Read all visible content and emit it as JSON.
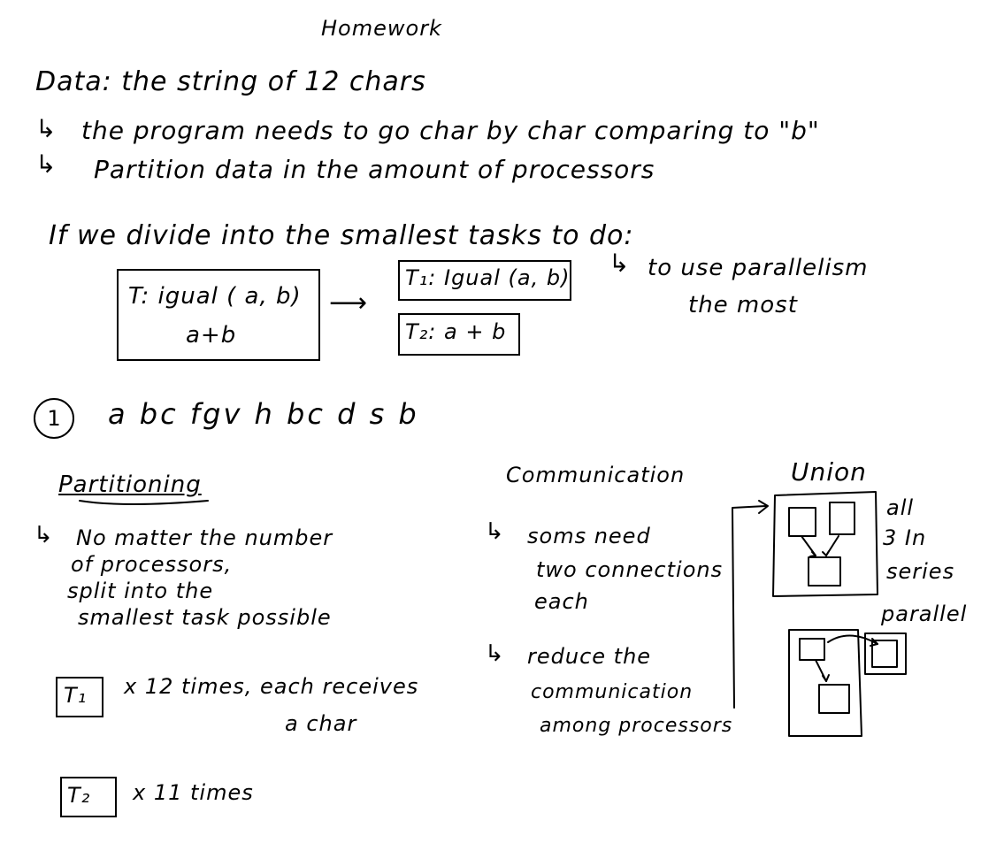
{
  "title": "Homework",
  "data_line": "Data: the string of 12 chars",
  "bullets_top": [
    "the program needs to go char by char comparing to \"b\"",
    "Partition data in the amount of processors"
  ],
  "divide_line": "If we divide into the smallest tasks to do:",
  "task_box": {
    "line1": "T: igual ( a, b)",
    "line2": "a+b"
  },
  "split_tasks": {
    "t1": "T₁: Igual (a, b)",
    "t2": "T₂: a + b"
  },
  "parallel_note": {
    "line1": "to use parallelism",
    "line2": "the most"
  },
  "example": {
    "number": "1",
    "string": "a bc fgv h bc d s b"
  },
  "partitioning": {
    "heading": "Partitioning",
    "lines": [
      "No matter the number",
      "of processors,",
      "split into the",
      "smallest task possible"
    ],
    "t1_label": "T₁",
    "t1_text": "x 12 times, each receives",
    "t1_text2": "a char",
    "t2_label": "T₂",
    "t2_text": "x 11 times"
  },
  "communication": {
    "heading": "Communication",
    "note1": [
      "soms need",
      "two connections",
      "each"
    ],
    "note2": [
      "reduce the",
      "communication",
      "among processors"
    ]
  },
  "union": {
    "heading": "Union",
    "side_note": [
      "all",
      "3 In",
      "series"
    ],
    "parallel_label": "parallel"
  }
}
